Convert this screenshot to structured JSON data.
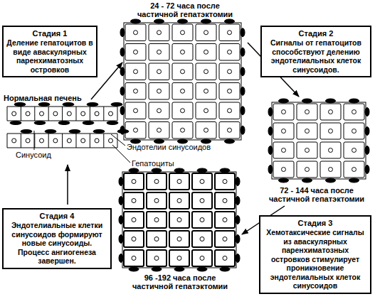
{
  "diagram": {
    "nodes": [
      {
        "text": [
          "Стадия 1",
          "Деление гепатоцитов в виде аваскулярных паренхиматозных островков"
        ]
      },
      {
        "text": [
          "Стадия 2",
          "Сигналы от гепатоцитов способствуют делению эндотелиальных клеток синусоидов."
        ]
      },
      {
        "text": [
          "Стадия 4",
          "Эндотелиальные клетки синусоидов формируют новые синусоиды. Процесс ангиогенеза завершен."
        ]
      },
      {
        "text": [
          "Стадия 3",
          "Хемотаксические сигналы из аваскулярных паренхиматозных островков стимулирует проникновение эндотелиальных клеток синусоидов"
        ]
      }
    ],
    "labels": [
      "24 - 72 часа после частичной гепатэктомии",
      "Нормальная печень",
      "Синусоид",
      "Эндотелии синусоидов",
      "Гепатоциты",
      "72 - 144 часа после частичной гепатэктомии",
      "96 -192 часа после частичной гепатэктомии"
    ]
  }
}
